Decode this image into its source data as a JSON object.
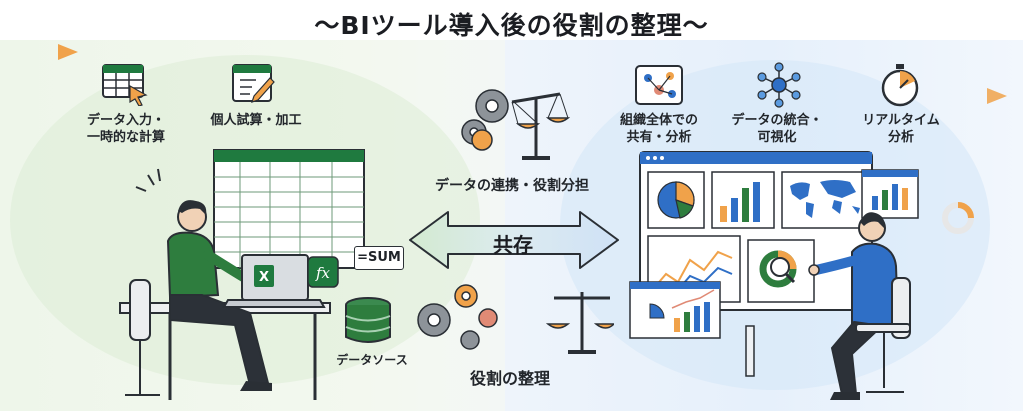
{
  "title": "〜BIツール導入後の役割の整理〜",
  "left": {
    "items": [
      {
        "icon": "spreadsheet-cursor-icon",
        "label_lines": [
          "データ入力・",
          "一時的な計算"
        ]
      },
      {
        "icon": "pencil-document-icon",
        "label_lines": [
          "個人試算・加工"
        ]
      }
    ],
    "formula_label": "=SUM",
    "fx_label": "fx",
    "excel_label": "X",
    "datasource_label": "データソース"
  },
  "center": {
    "top_label": "データの連携・役割分担",
    "arrow_label": "共存",
    "bottom_label": "役割の整理"
  },
  "right": {
    "items": [
      {
        "icon": "network-people-icon",
        "label_lines": [
          "組織全体での",
          "共有・分析"
        ]
      },
      {
        "icon": "data-hub-icon",
        "label_lines": [
          "データの統合・",
          "可視化"
        ]
      },
      {
        "icon": "stopwatch-icon",
        "label_lines": [
          "リアルタイム",
          "分析"
        ]
      }
    ]
  },
  "colors": {
    "green": "#1f7a3f",
    "blue": "#2f6fc6",
    "orange": "#f0a24a",
    "dark": "#262b31"
  }
}
